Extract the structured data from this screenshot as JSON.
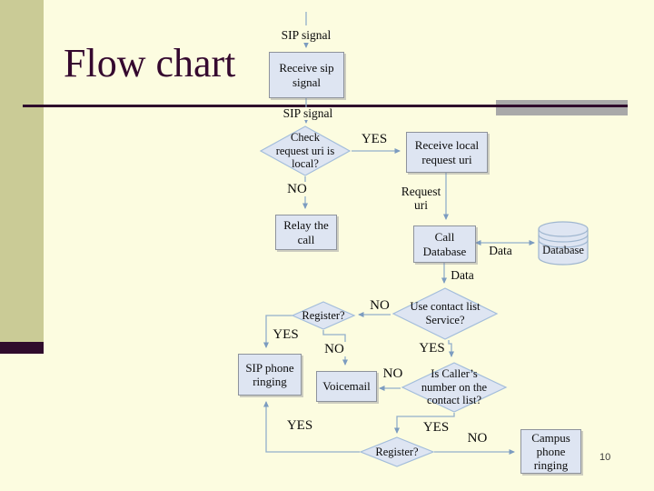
{
  "slide": {
    "title": "Flow chart",
    "page_number": "10"
  },
  "colors": {
    "background": "#FCFCE0",
    "side_band": "#CACB96",
    "accent_dark": "#2F0B2C",
    "accent_gray": "#A9A9A9",
    "node_fill": "#DEE5F2",
    "node_border": "#8E939C",
    "diamond_border": "#A3BDDB",
    "connector": "#92AECB",
    "title_color": "#35092F"
  },
  "flowchart": {
    "nodes": {
      "receive_sip": "Receive sip\nsignal",
      "check_local": "Check\nrequest uri is\nlocal?",
      "receive_local": "Receive local\nrequest uri",
      "relay_call": "Relay the\ncall",
      "call_database": "Call\nDatabase",
      "database": "Database",
      "use_contact": "Use contact list\nService?",
      "register_1": "Register?",
      "sip_phone": "SIP phone\nringing",
      "voicemail": "Voicemail",
      "is_caller": "Is Caller’s\nnumber on the\ncontact list?",
      "register_2": "Register?",
      "campus_phone": "Campus\nphone\nringing"
    },
    "labels": {
      "sip_signal_top": "SIP signal",
      "sip_signal_mid": "SIP signal",
      "yes_check": "YES",
      "no_check": "NO",
      "request_uri": "Request\nuri",
      "data_h": "Data",
      "data_v": "Data",
      "no_use_contact": "NO",
      "yes_register1": "YES",
      "no_register1": "NO",
      "yes_use_contact": "YES",
      "no_is_caller": "NO",
      "yes_is_caller": "YES",
      "yes_register2": "YES",
      "no_register2": "NO"
    }
  }
}
